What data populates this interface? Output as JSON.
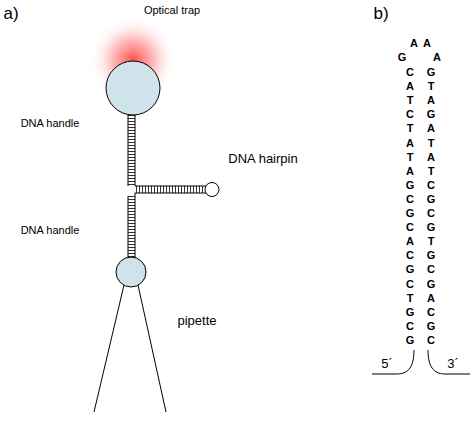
{
  "diagram": {
    "labels": [
      "a)",
      "Optical trap",
      "DNA handle",
      "DNA hairpin",
      "DNA handle",
      "pipette",
      "b)",
      "A",
      "A",
      "G",
      "A",
      "C",
      "G",
      "A",
      "T",
      "T",
      "A",
      "C",
      "G",
      "T",
      "A",
      "A",
      "T",
      "T",
      "A",
      "A",
      "T",
      "G",
      "C",
      "C",
      "G",
      "G",
      "C",
      "C",
      "G",
      "A",
      "T",
      "C",
      "G",
      "G",
      "C",
      "C",
      "G",
      "T",
      "A",
      "G",
      "C",
      "C",
      "G",
      "G",
      "C",
      "5´",
      "3´"
    ]
  }
}
